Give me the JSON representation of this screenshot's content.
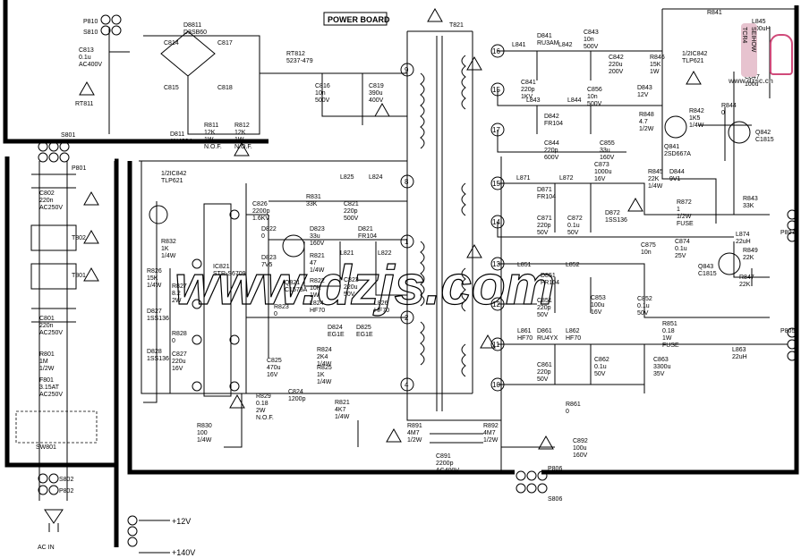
{
  "board_title": "POWER BOARD",
  "site_watermark": "www.dzjs.com",
  "corner_badge": {
    "line1": "TCR4",
    "line2": "SEIHOW",
    "site": "www.dzsc.cn"
  },
  "labels": {
    "p810": "P810",
    "s810": "S810",
    "c813": [
      "C813",
      "0.1u",
      "AC400V"
    ],
    "rt811": "RT811",
    "d811_bridge": [
      "D8811",
      "D3SB60"
    ],
    "c814": "C814",
    "c815": "C815",
    "c816_top": "C817",
    "c817_top": "C818",
    "rt812": [
      "RT812",
      "5237-479"
    ],
    "c816": [
      "C816",
      "10n",
      "500V"
    ],
    "c819": [
      "C819",
      "390u",
      "400V"
    ],
    "t821": "T821",
    "s801": "S801",
    "p801": "P801",
    "c802": [
      "C802",
      "220n",
      "AC250V"
    ],
    "t802": "T802",
    "t801": "T801",
    "c801": [
      "C801",
      "220n",
      "AC250V"
    ],
    "r801": [
      "R801",
      "1M",
      "1/2W"
    ],
    "f801": [
      "F801",
      "3.15AT",
      "AC250V"
    ],
    "sw801": "SW801",
    "s802": "S802",
    "p802": "P802",
    "ac_in": "AC IN",
    "d811": [
      "D811",
      "1N4004"
    ],
    "r811": [
      "R811",
      "12K",
      "1W",
      "N.O.F."
    ],
    "r812": [
      "R812",
      "12K",
      "1W",
      "N.O.F."
    ],
    "ic842": [
      "1/2IC842",
      "TLP621"
    ],
    "r832": [
      "R832",
      "1K",
      "1/4W"
    ],
    "r826": [
      "R826",
      "15K",
      "1/4W"
    ],
    "r827": [
      "R827",
      "8.2",
      "2W"
    ],
    "ic821": [
      "IC821",
      "STR-S6709"
    ],
    "d827": [
      "D827",
      "1SS136"
    ],
    "d828": [
      "D828",
      "1SS136"
    ],
    "r828": [
      "R828",
      "0"
    ],
    "c827": [
      "C827",
      "220u",
      "16V"
    ],
    "c826": [
      "C826",
      "2200p",
      "1.6KV"
    ],
    "l825": "L825",
    "l824": "L824",
    "r831": [
      "R831",
      "33K"
    ],
    "c821": [
      "C821",
      "220p",
      "500V"
    ],
    "d822": [
      "D822",
      "0"
    ],
    "q823": [
      "D823",
      "33u",
      "160V"
    ],
    "d821": [
      "D821",
      "FR104"
    ],
    "l821": "L821",
    "l822": "L822",
    "r821": [
      "R821",
      "47",
      "1/4W"
    ],
    "d823": [
      "D823",
      "7V5"
    ],
    "q821": [
      "Q821",
      "C1573A"
    ],
    "r822": [
      "R822",
      "10K",
      "1W"
    ],
    "c823": [
      "C823",
      "220u",
      "50V"
    ],
    "r823": [
      "R823",
      "0"
    ],
    "l824b": [
      "L824",
      "HF70"
    ],
    "d824": [
      "D824",
      "EG1E"
    ],
    "d825": [
      "D825",
      "EG1E"
    ],
    "l826": [
      "L826",
      "HF70"
    ],
    "r824": [
      "R824",
      "2K4",
      "1/4W"
    ],
    "r825": [
      "R825",
      "1K",
      "1/4W"
    ],
    "c825": [
      "C825",
      "470u",
      "16V"
    ],
    "r829": [
      "R829",
      "0.18",
      "2W",
      "N.O.F."
    ],
    "c824": [
      "C824",
      "1200p"
    ],
    "r821b": [
      "R821",
      "4K7",
      "1/4W"
    ],
    "r830": [
      "R830",
      "100",
      "1/4W"
    ],
    "r891": [
      "R891",
      "4M7",
      "1/2W"
    ],
    "r892": [
      "R892",
      "4M7",
      "1/2W"
    ],
    "c891": [
      "C891",
      "2200p",
      "AC400V"
    ],
    "d841": [
      "D841",
      "RU3AM"
    ],
    "l841": "L841",
    "l842": "L842",
    "c843": [
      "C843",
      "10n",
      "500V"
    ],
    "c841": [
      "C841",
      "220p",
      "1KV"
    ],
    "c842": [
      "C842",
      "220u",
      "200V"
    ],
    "l843": "L843",
    "l844": "L844",
    "d842": [
      "D842",
      "FR104"
    ],
    "c856": [
      "C856",
      "10n",
      "500V"
    ],
    "c844": [
      "C844",
      "220p",
      "600V"
    ],
    "c855": [
      "C855",
      "33u",
      "160V"
    ],
    "r846": [
      "R846",
      "15K",
      "1W"
    ],
    "d843": [
      "D843",
      "12V"
    ],
    "ic841": [
      "1/2IC842",
      "TLP621"
    ],
    "r848": [
      "R848",
      "4.7",
      "1/2W"
    ],
    "r842": [
      "R842",
      "1K5",
      "1/4W"
    ],
    "r844": [
      "R844",
      "0"
    ],
    "q841": [
      "Q841",
      "2SD667A"
    ],
    "q842": [
      "Q842",
      "C1815"
    ],
    "r841": "R841",
    "l845": [
      "L845",
      "100uH"
    ],
    "c847": [
      "C847",
      "100u"
    ],
    "r845": [
      "R845",
      "22K",
      "1/4W"
    ],
    "d844": [
      "D844",
      "9V1"
    ],
    "l871": "L871",
    "l872": "L872",
    "d871": [
      "D871",
      "FR104"
    ],
    "c873": [
      "C873",
      "1000u",
      "16V"
    ],
    "c871": [
      "C871",
      "220p",
      "50V"
    ],
    "c872": [
      "C872",
      "0.1u",
      "50V"
    ],
    "r872": [
      "R872",
      "1",
      "1/2W",
      "FUSE"
    ],
    "r843": [
      "R843",
      "33K"
    ],
    "d872": [
      "D872",
      "1SS136"
    ],
    "c875": [
      "C875",
      "10n"
    ],
    "c874": [
      "C874",
      "0.1u",
      "25V"
    ],
    "l874": [
      "L874",
      "22uH"
    ],
    "r849": [
      "R849",
      "22K"
    ],
    "q843": [
      "Q843",
      "C1815"
    ],
    "r847": [
      "R847",
      "22K"
    ],
    "p807": "P807",
    "l851": "L851",
    "l852": "L852",
    "d851": [
      "D851",
      "FR104"
    ],
    "c853": [
      "C853",
      "100u",
      "16V"
    ],
    "c852": [
      "C852",
      "0.1u",
      "50V"
    ],
    "c851": [
      "C851",
      "220p",
      "50V"
    ],
    "r851": [
      "R851",
      "0.18",
      "1W",
      "FUSE"
    ],
    "p805": "P805",
    "l861": [
      "L861",
      "HF70"
    ],
    "d861": [
      "D861",
      "RU4YX"
    ],
    "l862": [
      "L862",
      "HF70"
    ],
    "c863": [
      "C863",
      "3300u",
      "35V"
    ],
    "l863": [
      "L863",
      "22uH"
    ],
    "c861": [
      "C861",
      "220p",
      "50V"
    ],
    "c862": [
      "C862",
      "0.1u",
      "50V"
    ],
    "r861": [
      "R861",
      "0"
    ],
    "c892": [
      "C892",
      "100u",
      "160V"
    ],
    "p806": "P806",
    "s806": "S806",
    "v12": "+12V",
    "v140": "+140V"
  },
  "pins": [
    "9",
    "8",
    "1",
    "2",
    "3",
    "4",
    "16",
    "15",
    "17",
    "15",
    "14",
    "13",
    "12",
    "11",
    "10"
  ]
}
